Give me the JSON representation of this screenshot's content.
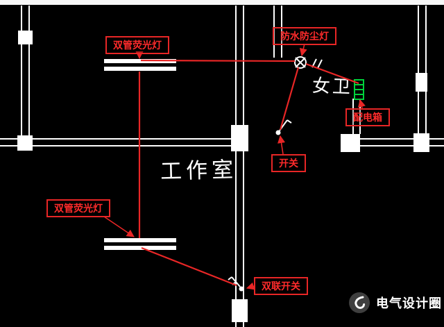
{
  "colors": {
    "background": "#000000",
    "wall": "#ffffff",
    "wire_red": "#e82626",
    "annotation_red": "#ff2b2b",
    "distribution_green": "#00d23c"
  },
  "annotations": {
    "lamp_top": "双管荧光灯",
    "waterproof_lamp": "防水防尘灯",
    "distribution_box": "配电箱",
    "switch": "开关",
    "lamp_bottom": "双管荧光灯",
    "double_switch": "双联开关"
  },
  "rooms": {
    "studio": "工作室",
    "womens_toilet": "女卫"
  },
  "watermark": {
    "brand": "电气设计圈"
  }
}
